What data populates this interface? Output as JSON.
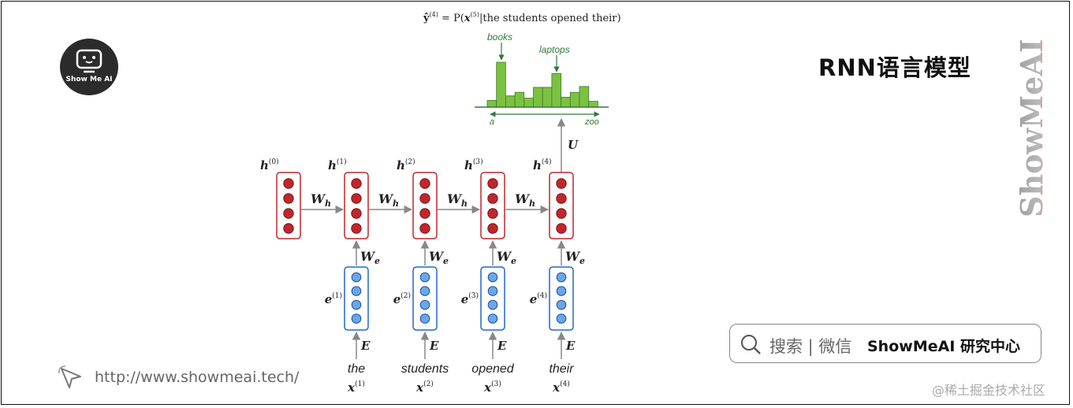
{
  "brand": {
    "logo_text": "Show Me AI",
    "vertical_logo": "ShowMeAI",
    "title": "RNN语言模型"
  },
  "diagram": {
    "formula_lhs": "ŷ",
    "formula_lhs_sup": "(4)",
    "formula_eq": " = P(",
    "formula_x": "x",
    "formula_x_sup": "(5)",
    "formula_rest": "|the students opened their)",
    "hist_label_books": "books",
    "hist_label_laptops": "laptops",
    "hist_axis_start": "a",
    "hist_axis_end": "zoo",
    "histogram_values": [
      0.15,
      1.0,
      0.25,
      0.33,
      0.2,
      0.44,
      0.44,
      0.75,
      0.22,
      0.33,
      0.46,
      0.13
    ],
    "output_weight": "U",
    "recurrent_weight": "W",
    "recurrent_weight_sub": "h",
    "embed_weight": "W",
    "embed_weight_sub": "e",
    "embedding_matrix": "E",
    "hidden_states": [
      {
        "label": "h",
        "sup": "(0)"
      },
      {
        "label": "h",
        "sup": "(1)"
      },
      {
        "label": "h",
        "sup": "(2)"
      },
      {
        "label": "h",
        "sup": "(3)"
      },
      {
        "label": "h",
        "sup": "(4)"
      }
    ],
    "embeddings": [
      {
        "label": "e",
        "sup": "(1)"
      },
      {
        "label": "e",
        "sup": "(2)"
      },
      {
        "label": "e",
        "sup": "(3)"
      },
      {
        "label": "e",
        "sup": "(4)"
      }
    ],
    "inputs": [
      {
        "word": "the",
        "label": "x",
        "sup": "(1)"
      },
      {
        "word": "students",
        "label": "x",
        "sup": "(2)"
      },
      {
        "word": "opened",
        "label": "x",
        "sup": "(3)"
      },
      {
        "word": "their",
        "label": "x",
        "sup": "(4)"
      }
    ]
  },
  "search": {
    "hint": "搜索 | 微信",
    "brand": "ShowMeAI 研究中心"
  },
  "footer": {
    "url": "http://www.showmeai.tech/",
    "watermark": "@稀土掘金技术社区"
  },
  "colors": {
    "hidden_red": "#c0272d",
    "embed_blue": "#2266cc",
    "embed_fill": "#6aa6ea",
    "hist_green": "#7cc242",
    "hist_stroke": "#3f7a22",
    "label_green": "#2e7a3a",
    "arrow_gray": "#888888"
  }
}
